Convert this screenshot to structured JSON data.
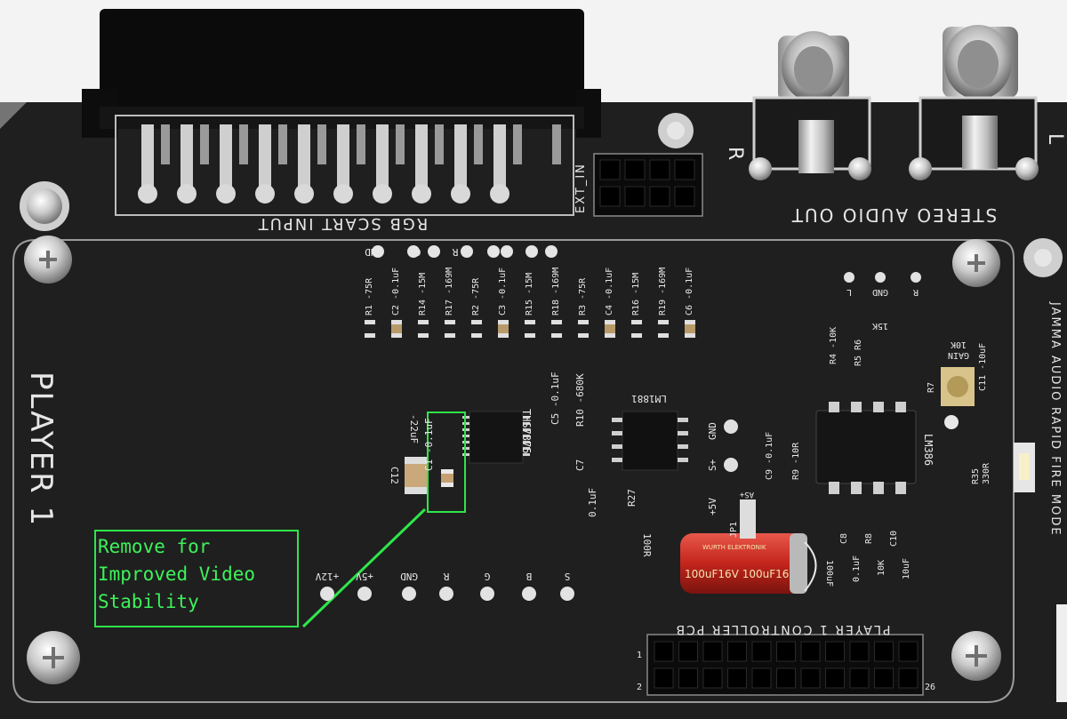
{
  "annotation": {
    "lines": [
      "Remove for",
      "Improved Video",
      "Stability"
    ],
    "color": "#33e84f"
  },
  "silkscreen": {
    "scart_label": "RGB SCART INPUT",
    "ext_label": "EXT_IN",
    "audio_label": "STEREO AUDIO OUT",
    "audio_r": "R",
    "audio_l": "L",
    "player_label": "PLAYER 1",
    "controller_label": "PLAYER 1 CONTROLLER PCB",
    "side_jamma": "JAMMA AUDIO",
    "side_rapid": "RAPID FIRE MODE",
    "scart_pins": [
      "GND",
      "G",
      "R",
      "B",
      "S"
    ],
    "bottom_pins": [
      "+12V",
      "+5V",
      "GND",
      "R",
      "G",
      "B",
      "S"
    ],
    "audio_pins": [
      "L",
      "GND",
      "R"
    ],
    "ic_left": "THS7375",
    "ic_mid": "LM1881",
    "ic_right": "LM386",
    "resistor_labels": [
      "R1 -75R",
      "C2 -0.1uF",
      "R14 -15M",
      "R17 -169M",
      "R2 -75R",
      "C3 -0.1uF",
      "R15 -15M",
      "R18 -169M",
      "R3 -75R",
      "C4 -0.1uF",
      "R16 -15M",
      "R19 -169M",
      "C6 -0.1uF"
    ],
    "c1_label": "C1 -0.1uF",
    "c12_label": "C12",
    "c12_value": "-22uF",
    "c5_label": "C5 -0.1uF",
    "r10_label": "R10 -680K",
    "c7_label": "C7",
    "c7_value": "0.1uF",
    "r27_label": "R27",
    "r27_value": "100R",
    "gnd_pad": "GND",
    "splus_pad": "S+",
    "plus5v": "+5V",
    "jp1": "JP1",
    "as_plus": "AS+",
    "cap_text": "100uF16V  100uF16",
    "cap_brand": "WURTH ELEKTRONIK",
    "r4": "R4 -10K",
    "r5_r6": "R5 R6",
    "k15": "15K",
    "gain": "GAIN",
    "gain_val": "10K",
    "r7": "R7",
    "c11": "C11 -10uF",
    "c9": "C9 -0.1uF",
    "r9": "R9 -10R",
    "c8": "C8",
    "c8_val": "0.1uF",
    "r8": "R8",
    "r8_val": "10K",
    "c10": "C10",
    "c10_val": "10uF",
    "c100": "100uF",
    "r35": "R35",
    "r35_val": "330R",
    "pin1": "1",
    "pin2": "2",
    "pin26": "26"
  }
}
